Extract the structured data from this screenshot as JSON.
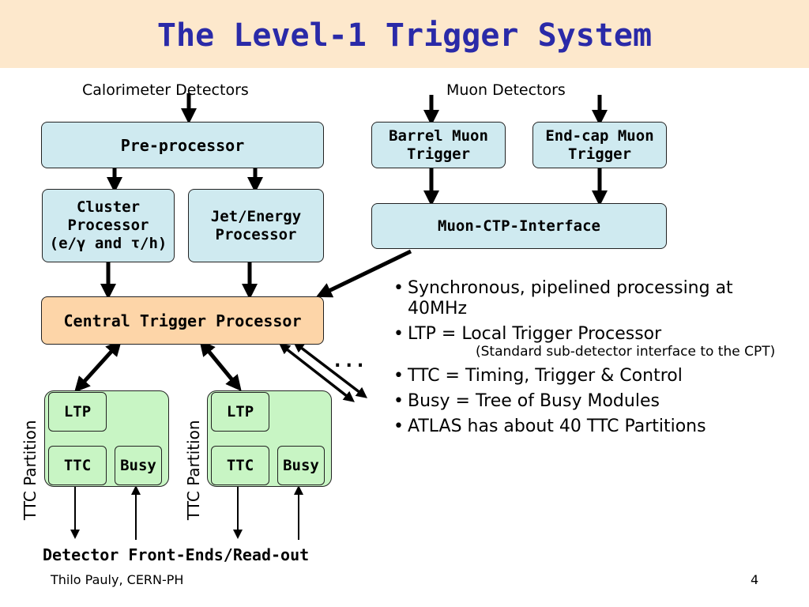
{
  "title": "The Level-1 Trigger System",
  "labels": {
    "calorimeter": "Calorimeter Detectors",
    "muon": "Muon Detectors",
    "ellipsis": "...",
    "detector_front_ends": "Detector Front-Ends/Read-out"
  },
  "boxes": {
    "preprocessor": "Pre-processor",
    "cluster_line1": "Cluster",
    "cluster_line2": "Processor",
    "cluster_line3": "(e/γ and τ/h)",
    "jet_line1": "Jet/Energy",
    "jet_line2": "Processor",
    "barrel_line1": "Barrel Muon",
    "barrel_line2": "Trigger",
    "endcap_line1": "End-cap Muon",
    "endcap_line2": "Trigger",
    "muon_ctp": "Muon-CTP-Interface",
    "ctp": "Central Trigger Processor"
  },
  "partitions": [
    {
      "side_label": "TTC Partition",
      "ltp": "LTP",
      "ttc": "TTC",
      "busy": "Busy"
    },
    {
      "side_label": "TTC Partition",
      "ltp": "LTP",
      "ttc": "TTC",
      "busy": "Busy"
    }
  ],
  "bullets": {
    "b1": "Synchronous, pipelined processing at 40MHz",
    "b2": "LTP = Local Trigger Processor",
    "b2_sub": "(Standard sub-detector interface to the CPT)",
    "b3": "TTC = Timing, Trigger & Control",
    "b4": "Busy = Tree of Busy Modules",
    "b5": "ATLAS has about 40 TTC Partitions"
  },
  "footer": {
    "author": "Thilo Pauly, CERN-PH",
    "page": "4"
  },
  "colors": {
    "title": "#2a2aa8",
    "title_band": "#fde8cc",
    "blue_box": "#cfeaf0",
    "ctp_box": "#fdd5a8",
    "green_box": "#c8f5c4"
  }
}
